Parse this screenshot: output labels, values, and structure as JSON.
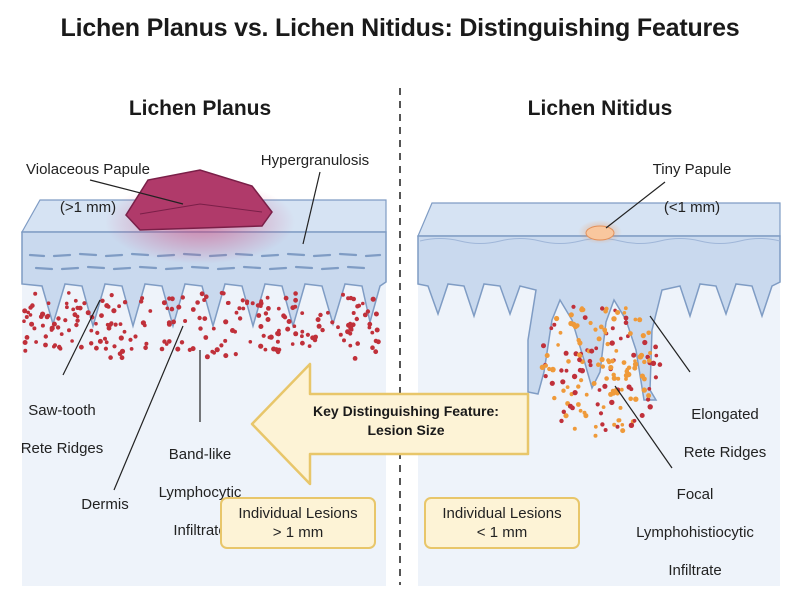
{
  "title": "Lichen Planus vs. Lichen Nitidus: Distinguishing Features",
  "left_panel": {
    "heading": "Lichen Planus",
    "labels": {
      "papule_line1": "Violaceous Papule",
      "papule_line2": "(>1 mm)",
      "hypergranulosis": "Hypergranulosis",
      "rete_line1": "Saw-tooth",
      "rete_line2": "Rete Ridges",
      "infiltrate_line1": "Band-like",
      "infiltrate_line2": "Lymphocytic",
      "infiltrate_line3": "Infiltrate",
      "dermis": "Dermis"
    },
    "size_box_line1": "Individual Lesions",
    "size_box_line2": "> 1 mm"
  },
  "right_panel": {
    "heading": "Lichen Nitidus",
    "labels": {
      "papule_line1": "Tiny Papule",
      "papule_line2": "(<1 mm)",
      "rete_line1": "Elongated",
      "rete_line2": "Rete Ridges",
      "infiltrate_line1": "Focal",
      "infiltrate_line2": "Lymphohistiocytic",
      "infiltrate_line3": "Infiltrate"
    },
    "size_box_line1": "Individual Lesions",
    "size_box_line2": "< 1 mm"
  },
  "key_feature": {
    "line1": "Key Distinguishing Feature:",
    "line2": "Lesion Size"
  },
  "colors": {
    "epidermis": "#c9d9ee",
    "epidermis_stroke": "#7f9cc4",
    "dermis": "#eef3fa",
    "papule_planus": "#b03a6a",
    "papule_nitidus": "#f6b98a",
    "infiltrate_dot": "#c0303a",
    "histiocyte_dot": "#ef9a3a",
    "arrow_fill": "#fdf3d6",
    "arrow_stroke": "#e8c66a"
  }
}
